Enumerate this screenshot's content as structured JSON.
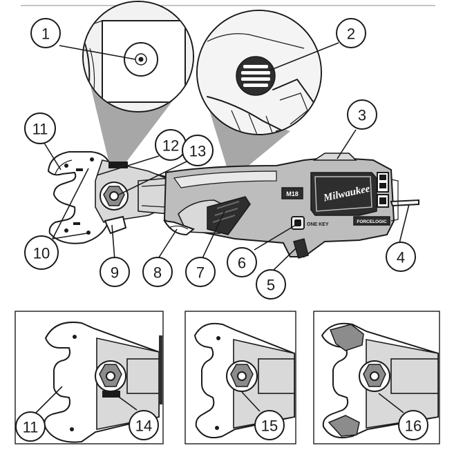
{
  "callouts": [
    "1",
    "2",
    "3",
    "4",
    "5",
    "6",
    "7",
    "8",
    "9",
    "10",
    "11",
    "12",
    "13",
    "11",
    "14",
    "15",
    "16"
  ],
  "tool_markings": {
    "brand": "Milwaukee",
    "voltage": "M18",
    "one_key": "ONE KEY",
    "force_logic": "FORCELOGIC"
  },
  "colors": {
    "line": "#1a1a1a",
    "body": "#bdbdbd",
    "dark": "#2e2e2e"
  }
}
